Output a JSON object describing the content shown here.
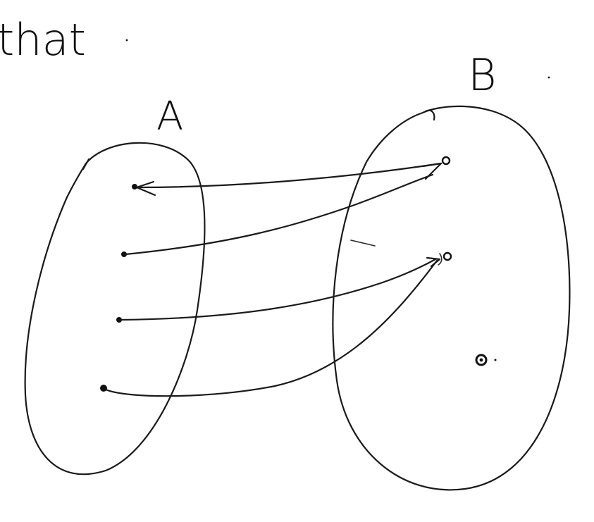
{
  "header": {
    "partial_word": "that"
  },
  "sets": {
    "a": {
      "label": "A"
    },
    "b": {
      "label": "B"
    }
  },
  "colors": {
    "ink": "#1a1a1a",
    "background": "#ffffff"
  }
}
